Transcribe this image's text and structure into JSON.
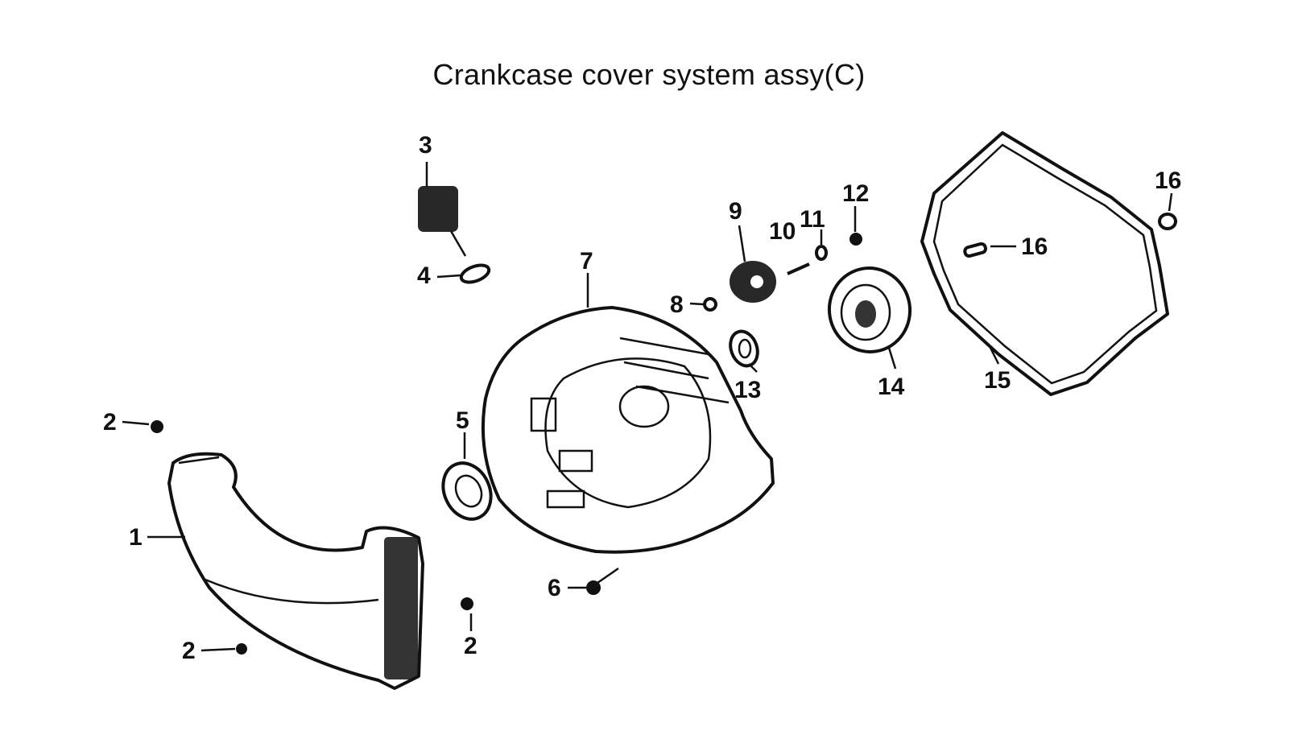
{
  "title": "Crankcase cover system assy(C)",
  "callouts": {
    "c1": "1",
    "c2a": "2",
    "c2b": "2",
    "c2c": "2",
    "c3": "3",
    "c4": "4",
    "c5": "5",
    "c6": "6",
    "c7": "7",
    "c8": "8",
    "c9": "9",
    "c10": "10",
    "c11": "11",
    "c12": "12",
    "c13": "13",
    "c14": "14",
    "c15": "15",
    "c16a": "16",
    "c16b": "16"
  }
}
